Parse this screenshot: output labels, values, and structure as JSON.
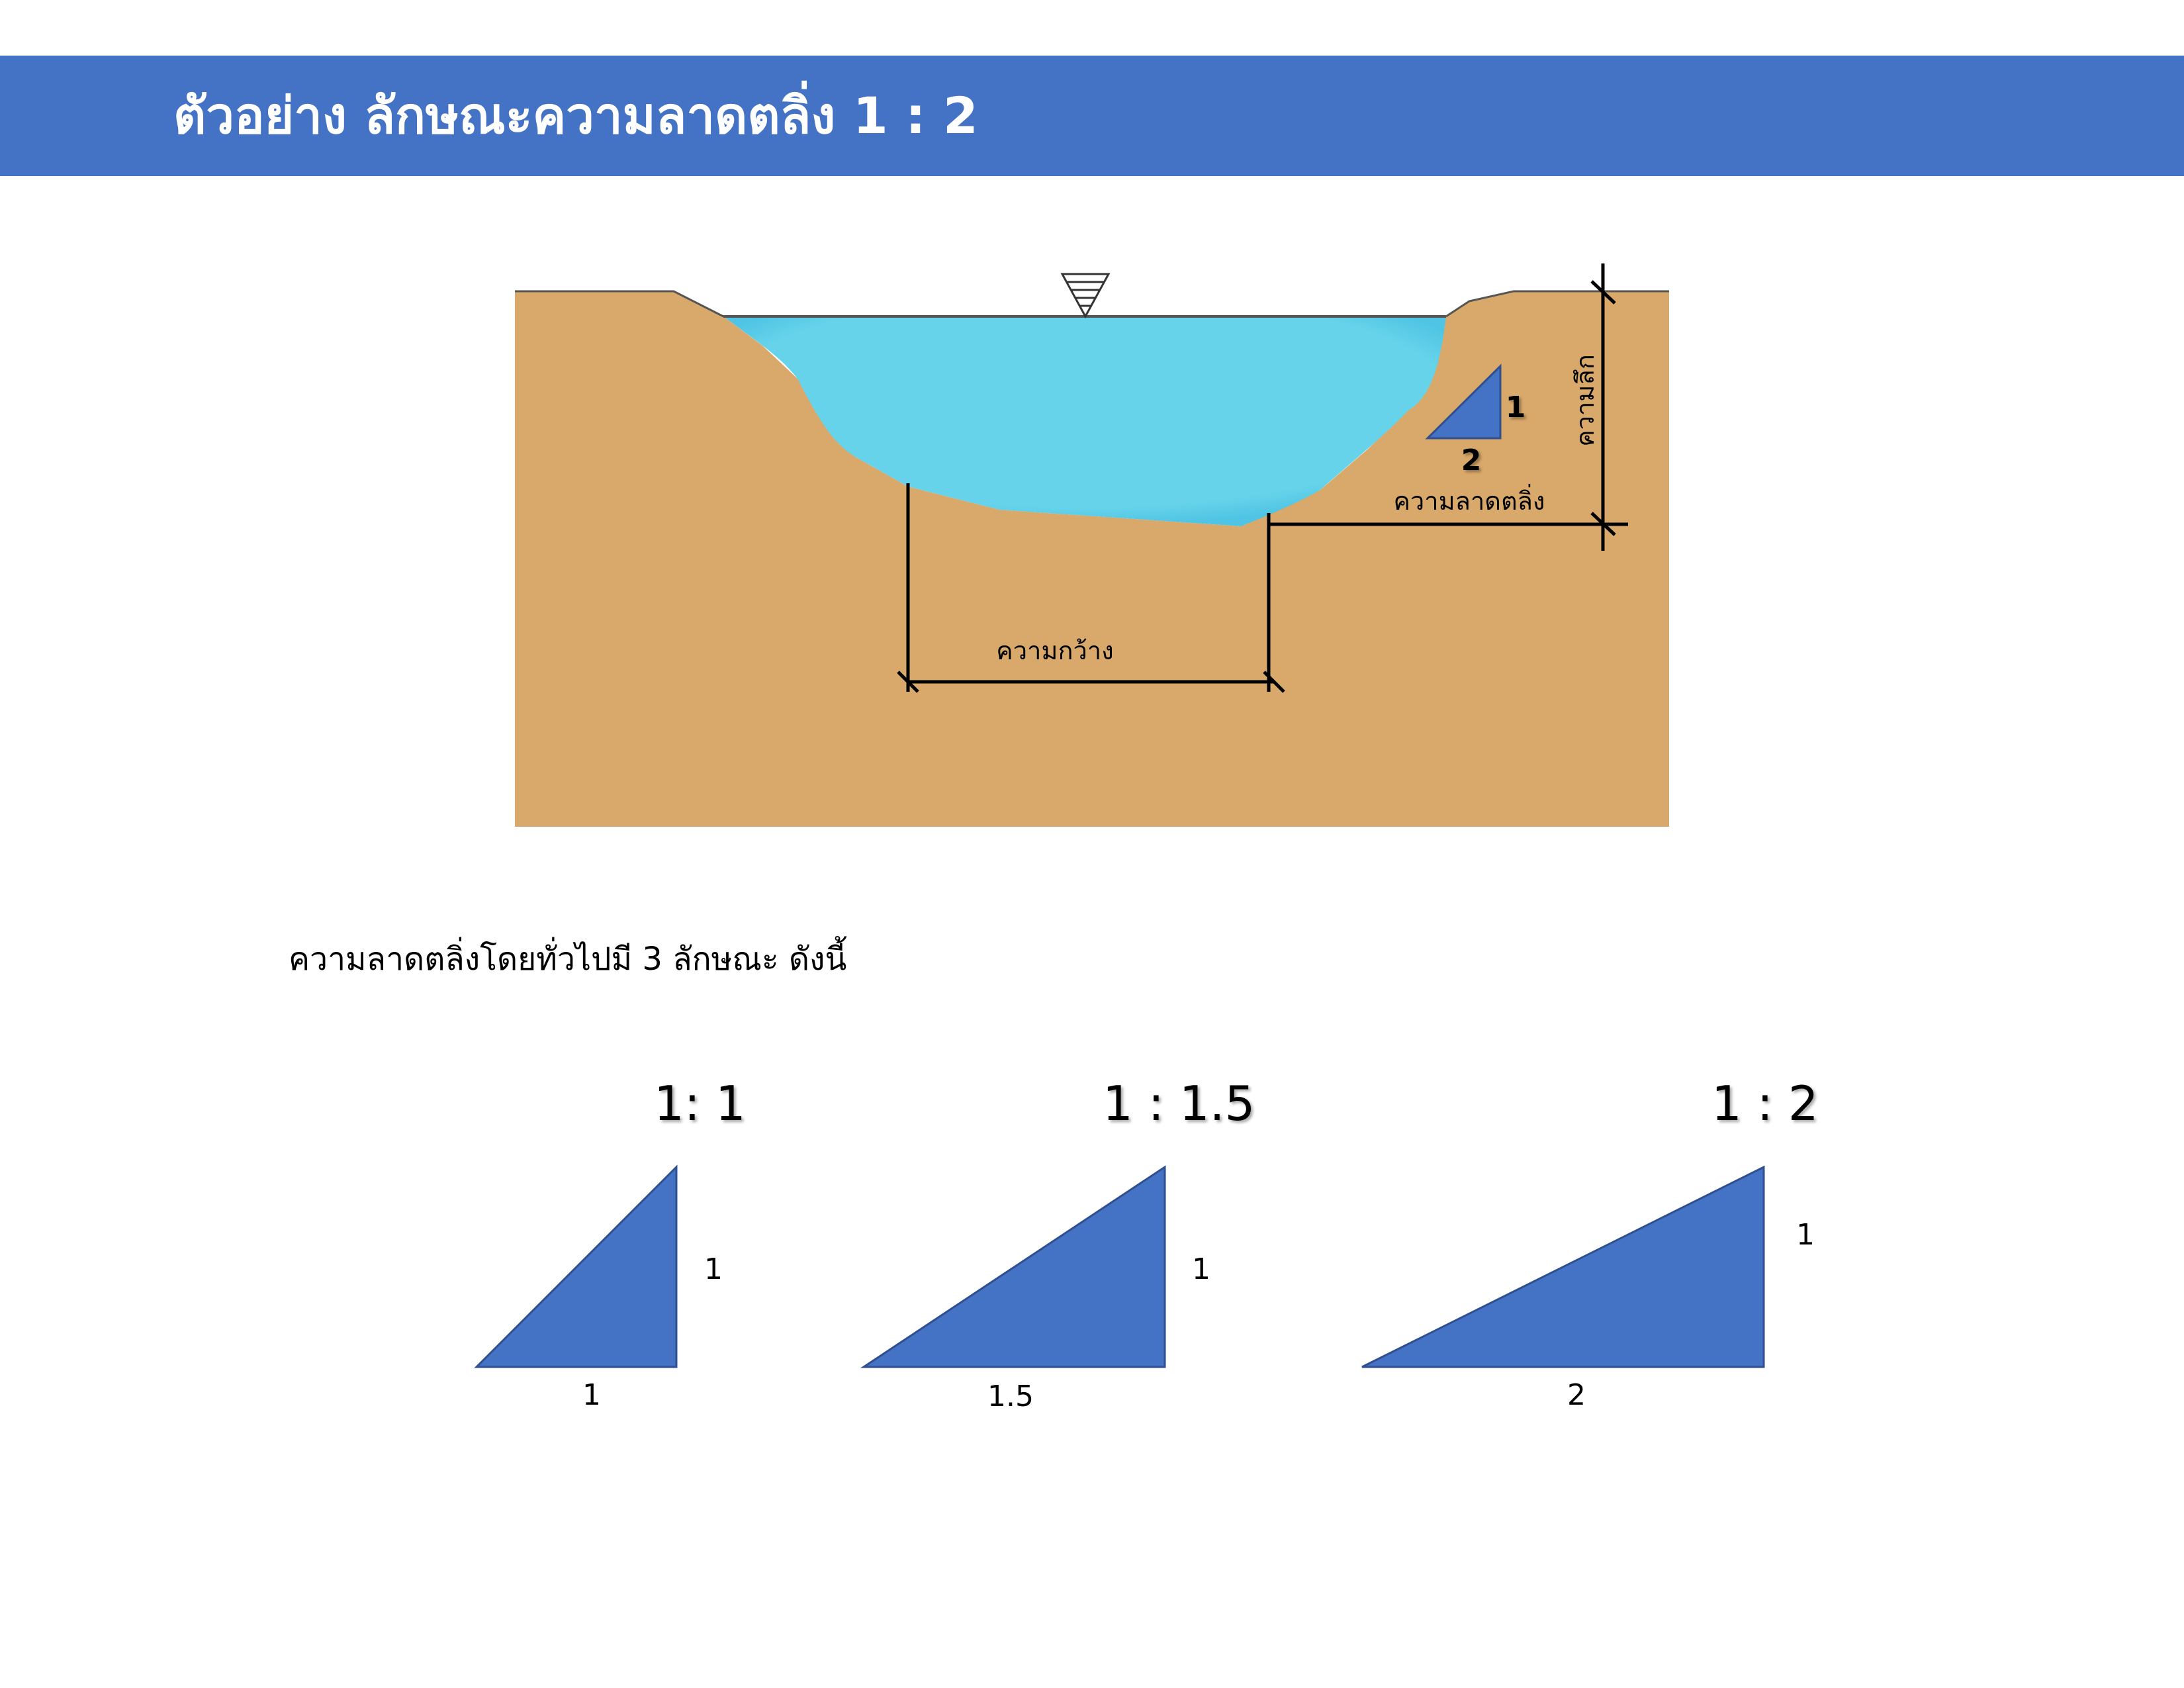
{
  "header": {
    "title": "ตัวอย่าง ลักษณะความลาดตลิ่ง 1 : 2"
  },
  "colors": {
    "header_bg": "#4472c4",
    "header_text": "#ffffff",
    "soil": "#d9a96b",
    "water": "#66d3ea",
    "triangle": "#4472c4"
  },
  "channel_diagram": {
    "depth_label": "ความลึก",
    "slope_label": "ความลาดตลิ่ง",
    "width_label": "ความกว้าง",
    "slope_vertical": "1",
    "slope_horizontal": "2",
    "water_level_icon": "water-level-triangle-icon"
  },
  "intro_text": "ความลาดตลิ่งโดยทั่วไปมี 3 ลักษณะ ดังนี้",
  "slope_examples": [
    {
      "ratio_label": "1: 1",
      "vertical": "1",
      "horizontal": "1"
    },
    {
      "ratio_label": "1 : 1.5",
      "vertical": "1",
      "horizontal": "1.5"
    },
    {
      "ratio_label": "1 : 2",
      "vertical": "1",
      "horizontal": "2"
    }
  ]
}
